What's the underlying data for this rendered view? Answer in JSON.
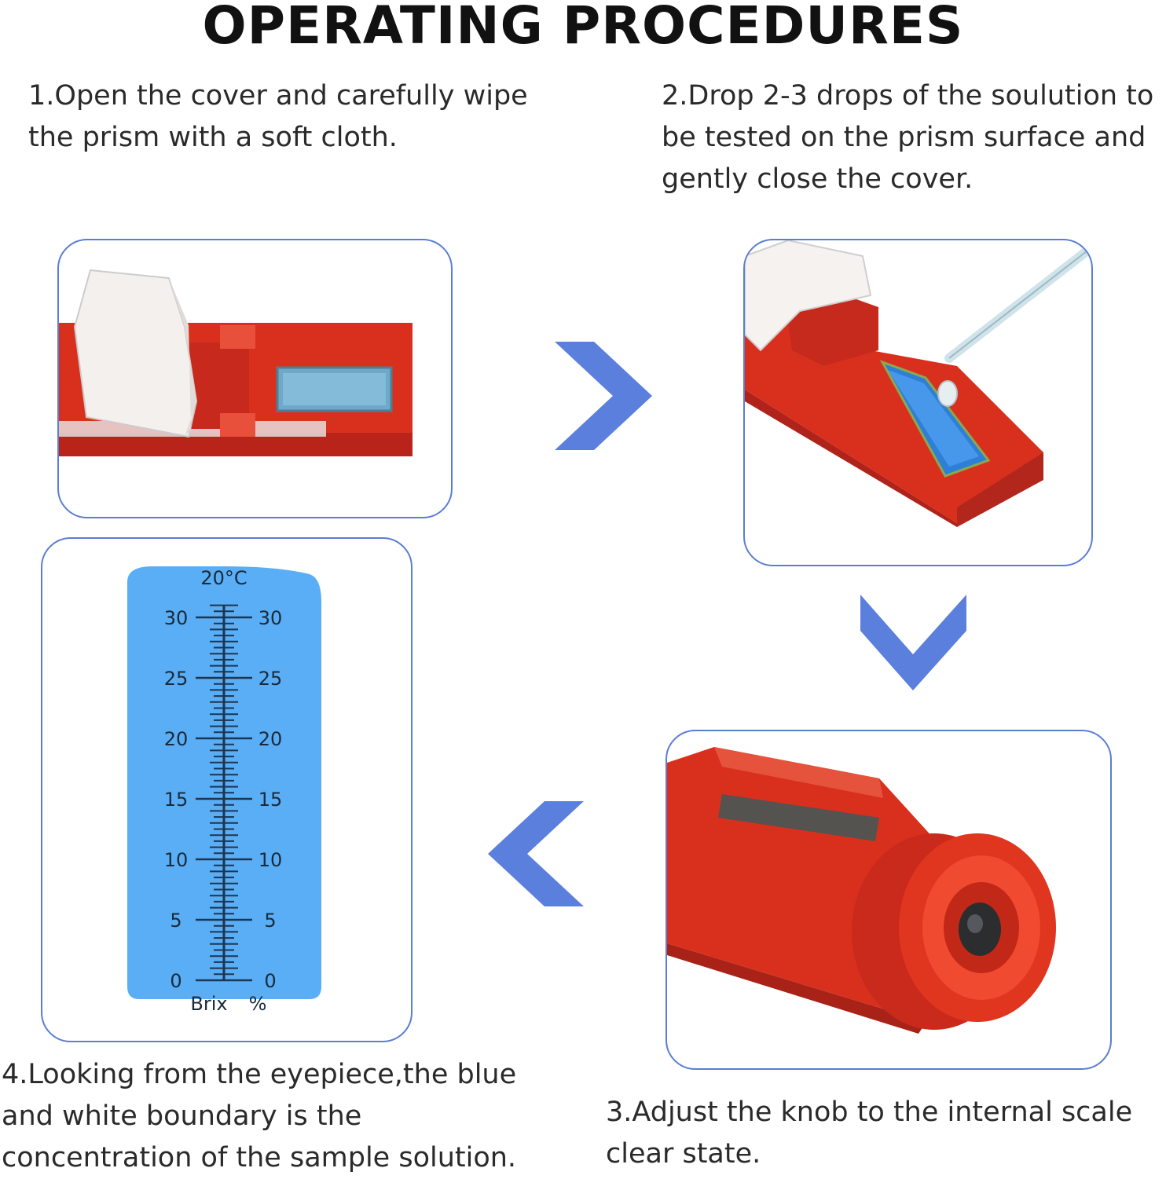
{
  "title": "OPERATING PROCEDURES",
  "steps": {
    "step1": [
      "1.Open the cover and carefully wipe",
      "the prism with a soft cloth."
    ],
    "step2": [
      "2.Drop 2-3 drops of the soulution to",
      "be tested on the prism surface and",
      "gently close the cover."
    ],
    "step3": [
      "3.Adjust the knob to the internal scale",
      "clear state."
    ],
    "step4": [
      "4.Looking from the eyepiece,the blue",
      "and white boundary is the",
      "concentration of the sample solution."
    ]
  },
  "scale": {
    "temperature": "20°C",
    "left_labels": [
      "30",
      "25",
      "20",
      "15",
      "10",
      "5",
      "0"
    ],
    "right_labels": [
      "30",
      "25",
      "20",
      "15",
      "10",
      "5",
      "0"
    ],
    "unit_left": "Brix",
    "unit_right": "%"
  },
  "icons": [
    "arrow-right-icon",
    "arrow-down-icon",
    "arrow-left-icon"
  ],
  "colors": {
    "accent_blue": "#5b7fdc",
    "panel_border": "#5a7ed0",
    "device_red": "#d9301e",
    "scale_blue": "#5aaef5"
  }
}
